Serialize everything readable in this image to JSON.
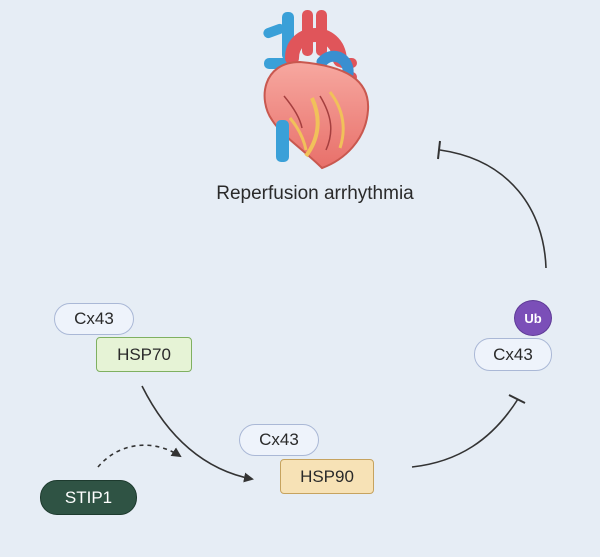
{
  "outcome": {
    "label": "Reperfusion arrhythmia",
    "icon": "heart-icon"
  },
  "nodes": {
    "cx43_with_hsp70": "Cx43",
    "hsp70": "HSP70",
    "cx43_with_hsp90": "Cx43",
    "hsp90": "HSP90",
    "cx43_ubiquitinated": "Cx43",
    "ubiquitin": "Ub",
    "stip1": "STIP1"
  },
  "colors": {
    "background": "#e6edf5",
    "hsp70_fill": "#e6f3d6",
    "hsp90_fill": "#f7e2b6",
    "stip1_fill": "#2f5344",
    "ubiquitin_fill": "#7b4fb8",
    "cx43_fill": "#eef3fb"
  }
}
